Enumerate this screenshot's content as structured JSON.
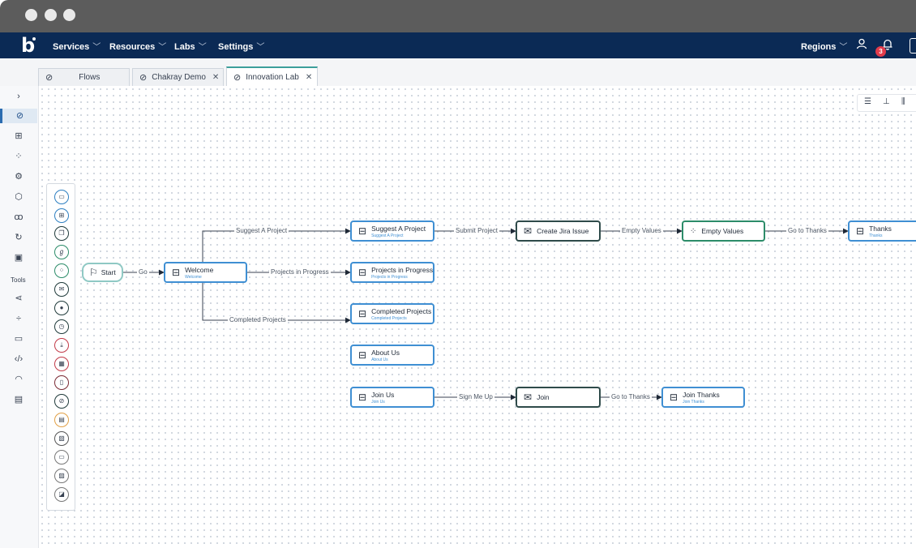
{
  "nav": {
    "logo": "b",
    "menu": [
      {
        "label": "Services"
      },
      {
        "label": "Resources"
      },
      {
        "label": "Labs"
      },
      {
        "label": "Settings"
      }
    ],
    "regions": "Regions",
    "notification_count": "3"
  },
  "tabs": [
    {
      "label": "Flows"
    },
    {
      "label": "Chakray Demo"
    },
    {
      "label": "Innovation Lab"
    }
  ],
  "leftbar": {
    "tools_label": "Tools"
  },
  "nodes": {
    "start": {
      "title": "Start"
    },
    "welcome": {
      "title": "Welcome",
      "sub": "Welcome"
    },
    "suggest": {
      "title": "Suggest A Project",
      "sub": "Suggest A Project"
    },
    "progress": {
      "title": "Projects in Progress",
      "sub": "Projects in Progress"
    },
    "completed": {
      "title": "Completed Projects",
      "sub": "Completed Projects"
    },
    "about": {
      "title": "About Us",
      "sub": "About Us"
    },
    "join_us": {
      "title": "Join Us",
      "sub": "Join Us"
    },
    "jira": {
      "title": "Create Jira Issue"
    },
    "empty": {
      "title": "Empty Values"
    },
    "thanks": {
      "title": "Thanks",
      "sub": "Thanks"
    },
    "join": {
      "title": "Join"
    },
    "join_thanks": {
      "title": "Join Thanks",
      "sub": "Join Thanks"
    }
  },
  "edges": {
    "go": "Go",
    "suggest": "Suggest A Project",
    "progress": "Projects in Progress",
    "completed": "Completed Projects",
    "submit": "Submit Project",
    "empty": "Empty Values",
    "go_thanks": "Go to Thanks",
    "sign_up": "Sign Me Up",
    "go_thanks_2": "Go to Thanks"
  },
  "colors": {
    "navbar": "#0b2a55",
    "page_node_border": "#3f8fd3",
    "action_node_border": "#2f4b4a",
    "check_node_border": "#2c8c69",
    "active_tab_accent": "#3c9f9a",
    "badge": "#e23b4b"
  }
}
